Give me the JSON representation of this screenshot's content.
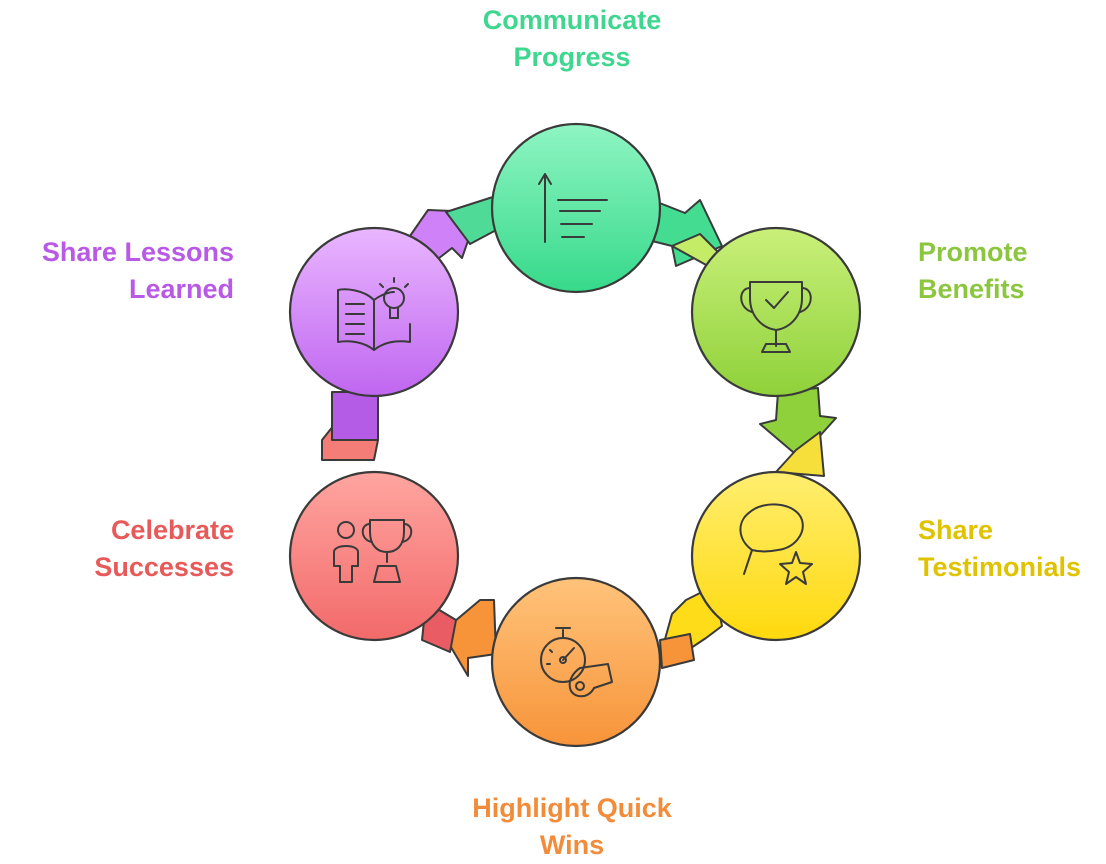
{
  "steps": [
    {
      "id": "communicate",
      "lines": [
        "Communicate",
        "Progress"
      ],
      "color": "#3fd68f",
      "icon": "progress-list-icon"
    },
    {
      "id": "promote",
      "lines": [
        "Promote",
        "Benefits"
      ],
      "color": "#8cc63f",
      "icon": "trophy-check-icon"
    },
    {
      "id": "testimonials",
      "lines": [
        "Share",
        "Testimonials"
      ],
      "color": "#e0c300",
      "icon": "chat-star-icon"
    },
    {
      "id": "quickwins",
      "lines": [
        "Highlight Quick",
        "Wins"
      ],
      "color": "#f28c3a",
      "icon": "stopwatch-whistle-icon"
    },
    {
      "id": "celebrate",
      "lines": [
        "Celebrate",
        "Successes"
      ],
      "color": "#e85a5a",
      "icon": "person-trophy-icon"
    },
    {
      "id": "lessons",
      "lines": [
        "Share Lessons",
        "Learned"
      ],
      "color": "#b85ae6",
      "icon": "book-lightbulb-icon"
    }
  ]
}
